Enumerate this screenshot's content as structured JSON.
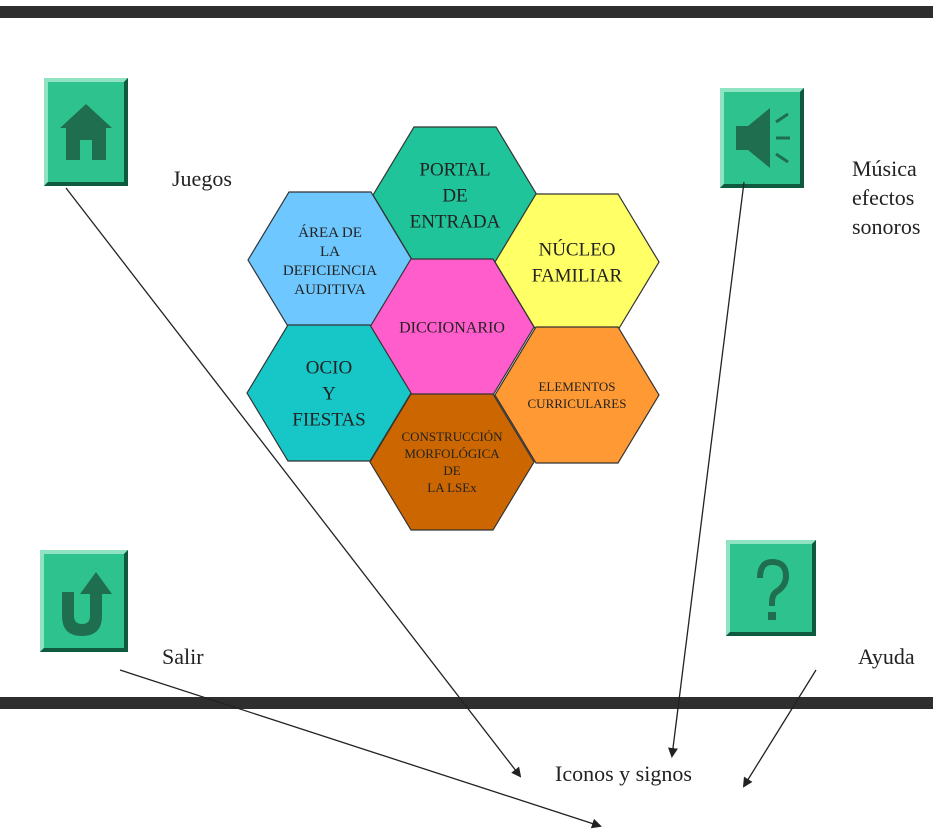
{
  "buttons": {
    "home_label": "Juegos",
    "sound_label": "Música\nefectos\nsonoros",
    "exit_label": "Salir",
    "help_label": "Ayuda"
  },
  "footer_label": "Iconos y signos",
  "hexagons": [
    {
      "id": "portal",
      "lines": [
        "PORTAL",
        "DE",
        "ENTRADA"
      ],
      "color": "#1fc49a"
    },
    {
      "id": "area",
      "lines": [
        "ÁREA DE",
        "LA",
        "DEFICIENCIA",
        "AUDITIVA"
      ],
      "color": "#6ec8ff"
    },
    {
      "id": "nucleo",
      "lines": [
        "NÚCLEO",
        "FAMILIAR"
      ],
      "color": "#ffff66"
    },
    {
      "id": "diccionario",
      "lines": [
        "DICCIONARIO"
      ],
      "color": "#ff5ccc"
    },
    {
      "id": "ocio",
      "lines": [
        "OCIO",
        "Y",
        "FIESTAS"
      ],
      "color": "#17c6c6"
    },
    {
      "id": "elementos",
      "lines": [
        "ELEMENTOS",
        "CURRICULARES"
      ],
      "color": "#ff9933"
    },
    {
      "id": "construccion",
      "lines": [
        "CONSTRUCCIÓN",
        "MORFOLÓGICA",
        "DE",
        "LA LSEx"
      ],
      "color": "#cc6600"
    }
  ],
  "colors": {
    "button_green": "#2ec38e",
    "button_dark": "#1a7a55",
    "icon_dark": "#1f6e4f",
    "bar": "#2e2e2e"
  },
  "icons": [
    "house-icon",
    "speaker-icon",
    "u-turn-icon",
    "question-icon"
  ]
}
